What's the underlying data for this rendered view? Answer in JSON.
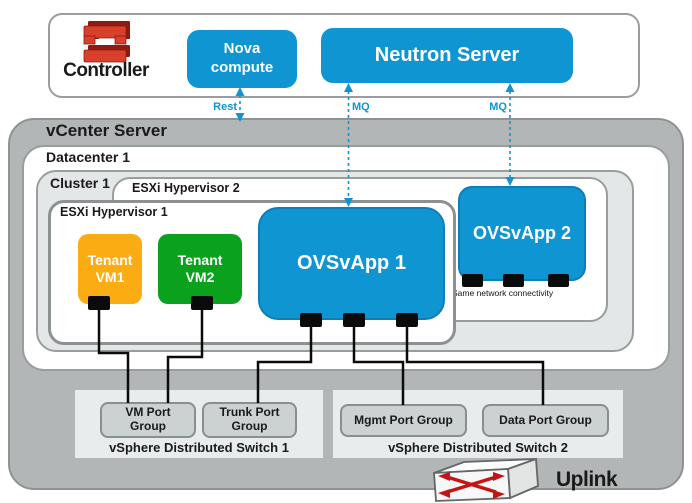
{
  "controller": {
    "label": "Controller",
    "logo_icon": "openstack-logo",
    "nova_line1": "Nova",
    "nova_line2": "compute",
    "neutron_label": "Neutron Server"
  },
  "links": {
    "rest": "Rest",
    "mq_nova": "MQ",
    "mq_neutron": "MQ"
  },
  "vcenter": {
    "label": "vCenter Server",
    "datacenter_label": "Datacenter 1",
    "cluster_label": "Cluster 1",
    "esxi2": {
      "label": "ESXi Hypervisor 2",
      "ovsvapp_label": "OVSvApp 2",
      "note": "Same network connectivity"
    },
    "esxi1": {
      "label": "ESXi Hypervisor 1",
      "vm1_line1": "Tenant",
      "vm1_line2": "VM1",
      "vm2_line1": "Tenant",
      "vm2_line2": "VM2",
      "ovsvapp_label": "OVSvApp 1"
    },
    "switch1": {
      "label": "vSphere Distributed Switch 1",
      "port_groups": [
        "VM Port Group",
        "Trunk Port Group"
      ]
    },
    "switch2": {
      "label": "vSphere Distributed Switch 2",
      "port_groups": [
        "Mgmt Port Group",
        "Data Port Group"
      ]
    }
  },
  "uplink_label": "Uplink",
  "uplink_icon": "network-switch-icon",
  "colors": {
    "blue": "#1095D3",
    "orange": "#FBAC13",
    "green": "#0AA21D",
    "logo_red": "#D6281E",
    "vcenter_gray": "#b3b6b6",
    "cluster_gray": "#e4e7e7",
    "panel_gray": "#e9eced",
    "port_group_gray": "#ccd1d1",
    "connector_black": "#0b0b0b"
  }
}
